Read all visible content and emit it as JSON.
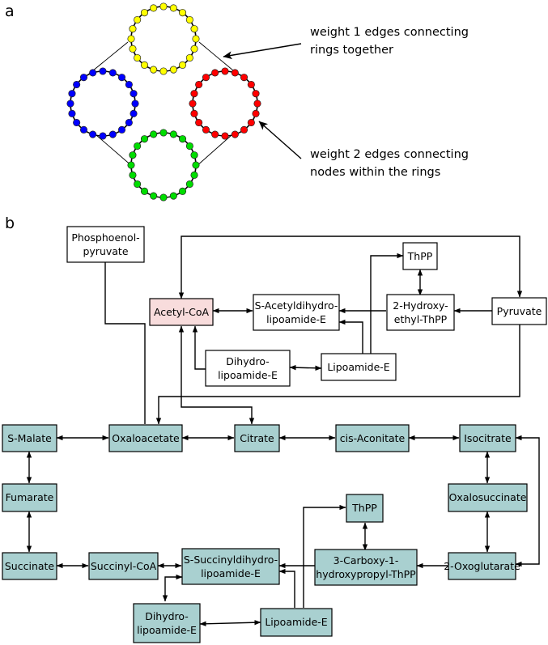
{
  "panel_a": {
    "label": "a",
    "note_top": [
      "weight 1 edges connecting",
      "rings together"
    ],
    "note_bottom": [
      "weight 2 edges connecting",
      "nodes within the rings"
    ],
    "ring_colors": {
      "yellow": "#ffff00",
      "blue": "#0000ff",
      "red": "#ff0000",
      "green": "#00dd00"
    },
    "nodes_per_ring": 20
  },
  "panel_b": {
    "label": "b",
    "colors": {
      "white": "#ffffff",
      "teal": "#a9d0d0",
      "pink": "#f8dcdc"
    },
    "boxes": {
      "phosphoenolpyruvate": [
        "Phosphoenol-",
        "pyruvate"
      ],
      "acetyl_coa": [
        "Acetyl-CoA"
      ],
      "s_acetyldihydrolipoamide": [
        "S-Acetyldihydro-",
        "lipoamide-E"
      ],
      "thpp_top": [
        "ThPP"
      ],
      "hydroxyethyl_thpp": [
        "2-Hydroxy-",
        "ethyl-ThPP"
      ],
      "pyruvate": [
        "Pyruvate"
      ],
      "dihydrolipoamide_top": [
        "Dihydro-",
        "lipoamide-E"
      ],
      "lipoamide_top": [
        "Lipoamide-E"
      ],
      "s_malate": [
        "S-Malate"
      ],
      "oxaloacetate": [
        "Oxaloacetate"
      ],
      "citrate": [
        "Citrate"
      ],
      "cis_aconitate": [
        "cis-Aconitate"
      ],
      "isocitrate": [
        "Isocitrate"
      ],
      "fumarate": [
        "Fumarate"
      ],
      "oxalosuccinate": [
        "Oxalosuccinate"
      ],
      "thpp_bottom": [
        "ThPP"
      ],
      "succinate": [
        "Succinate"
      ],
      "succinyl_coa": [
        "Succinyl-CoA"
      ],
      "s_succinyldihydrolipoamide": [
        "S-Succinyldihydro-",
        "lipoamide-E"
      ],
      "carboxy_hydroxypropyl_thpp": [
        "3-Carboxy-1-",
        "hydroxypropyl-ThPP"
      ],
      "oxoglutarate": [
        "2-Oxoglutarate"
      ],
      "dihydrolipoamide_bottom": [
        "Dihydro-",
        "lipoamide-E"
      ],
      "lipoamide_bottom": [
        "Lipoamide-E"
      ]
    }
  }
}
